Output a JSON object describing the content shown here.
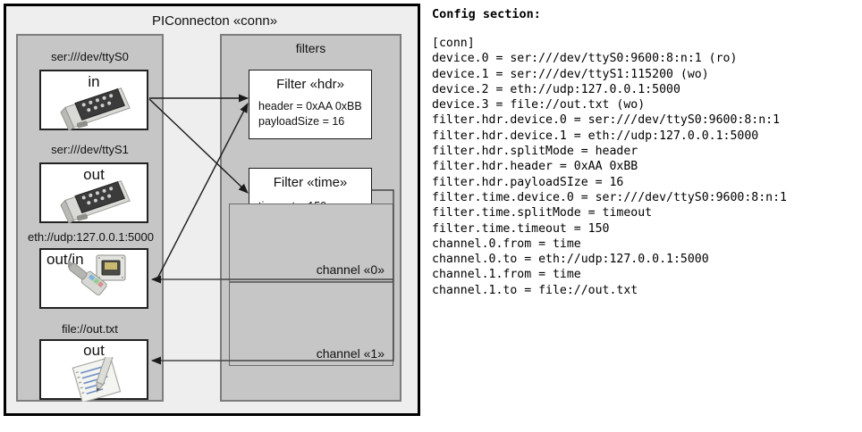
{
  "diagram": {
    "title": "PIConnecton «conn»",
    "devices_panel": {
      "name": "devices",
      "items": [
        {
          "label": "ser:///dev/ttyS0",
          "io": "in",
          "icon": "serial-port-icon"
        },
        {
          "label": "ser:///dev/ttyS1",
          "io": "out",
          "icon": "serial-port-icon"
        },
        {
          "label": "eth://udp:127.0.0.1:5000",
          "io": "out/in",
          "icon": "ethernet-icon"
        },
        {
          "label": "file://out.txt",
          "io": "out",
          "icon": "document-pen-icon"
        }
      ]
    },
    "filters_panel": {
      "title": "filters",
      "filters": [
        {
          "title": "Filter «hdr»",
          "props": [
            "header = 0xAA 0xBB",
            "payloadSize = 16"
          ]
        },
        {
          "title": "Filter «time»",
          "props": [
            "timeout = 150 ms"
          ]
        }
      ],
      "channels": [
        {
          "label": "channel «0»"
        },
        {
          "label": "channel «1»"
        }
      ]
    }
  },
  "config": {
    "heading": "Config section:",
    "lines": [
      "[conn]",
      "device.0 = ser:///dev/ttyS0:9600:8:n:1 (ro)",
      "device.1 = ser:///dev/ttyS1:115200 (wo)",
      "device.2 = eth://udp:127.0.0.1:5000",
      "device.3 = file://out.txt (wo)",
      "filter.hdr.device.0 = ser:///dev/ttyS0:9600:8:n:1",
      "filter.hdr.device.1 = eth://udp:127.0.0.1:5000",
      "filter.hdr.splitMode = header",
      "filter.hdr.header = 0xAA 0xBB",
      "filter.hdr.payloadSIze = 16",
      "filter.time.device.0 = ser:///dev/ttyS0:9600:8:n:1",
      "filter.time.splitMode = timeout",
      "filter.time.timeout = 150",
      "channel.0.from = time",
      "channel.0.to = eth://udp:127.0.0.1:5000",
      "channel.1.from = time",
      "channel.1.to = file://out.txt"
    ],
    "text": "[conn]\ndevice.0 = ser:///dev/ttyS0:9600:8:n:1 (ro)\ndevice.1 = ser:///dev/ttyS1:115200 (wo)\ndevice.2 = eth://udp:127.0.0.1:5000\ndevice.3 = file://out.txt (wo)\nfilter.hdr.device.0 = ser:///dev/ttyS0:9600:8:n:1\nfilter.hdr.device.1 = eth://udp:127.0.0.1:5000\nfilter.hdr.splitMode = header\nfilter.hdr.header = 0xAA 0xBB\nfilter.hdr.payloadSIze = 16\nfilter.time.device.0 = ser:///dev/ttyS0:9600:8:n:1\nfilter.time.splitMode = timeout\nfilter.time.timeout = 150\nchannel.0.from = time\nchannel.0.to = eth://udp:127.0.0.1:5000\nchannel.1.from = time\nchannel.1.to = file://out.txt"
  },
  "colors": {
    "canvas": "#ffffff",
    "outer_fill": "#eeeeee",
    "panel_fill": "#c6c6c6",
    "panel_stroke": "#7d7d7d",
    "box_fill": "#ffffff",
    "box_stroke": "#222222",
    "arrow": "#1a1a1a"
  }
}
